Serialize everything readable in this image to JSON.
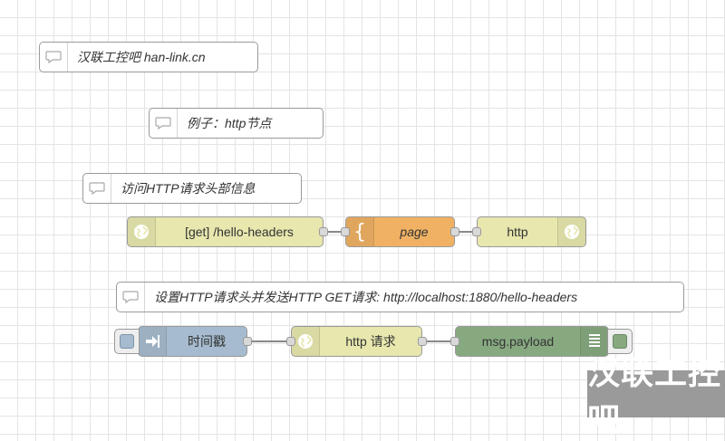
{
  "comments": {
    "c1": "汉联工控吧 han-link.cn",
    "c2": "例子：http节点",
    "c3": "访问HTTP请求头部信息",
    "c4": "设置HTTP请求头并发送HTTP GET请求: http://localhost:1880/hello-headers"
  },
  "flow1": {
    "http_in_label": "[get] /hello-headers",
    "template_label": "page",
    "http_response_label": "http"
  },
  "flow2": {
    "inject_label": "时间戳",
    "http_request_label": "http 请求",
    "debug_label": "msg.payload"
  },
  "colors": {
    "http_node": "#e7e7ae",
    "template_node": "#f0b163",
    "inject_node": "#a6bbcf",
    "debug_node": "#87a980",
    "wire": "#888888",
    "grid": "#e4e4e4"
  },
  "icons": {
    "comment": "speech-bubble-icon",
    "http": "globe-icon",
    "template": "curly-brace-icon",
    "inject": "arrow-in-icon",
    "debug": "list-lines-icon"
  },
  "watermark": "汉联工控吧"
}
